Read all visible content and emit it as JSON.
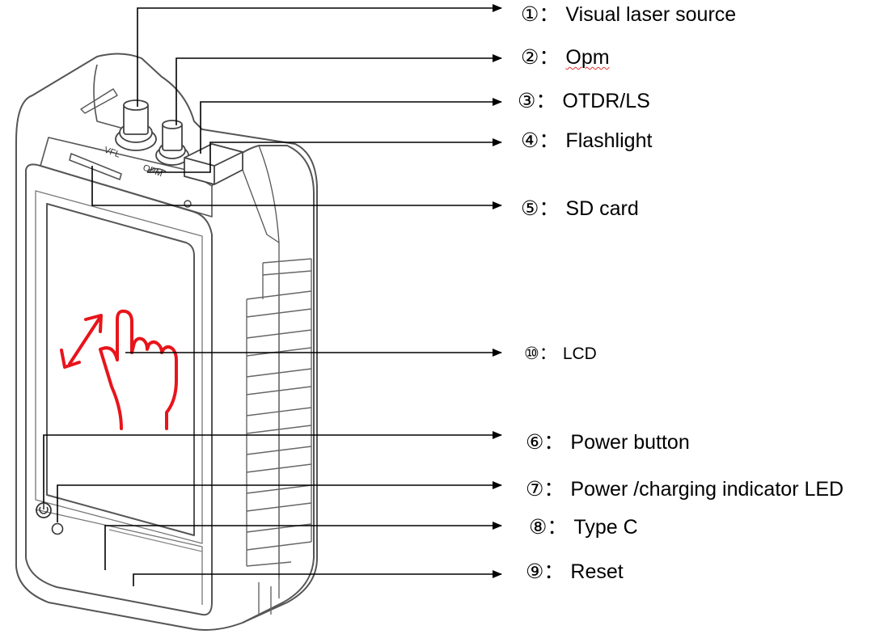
{
  "device": {
    "port_labels": {
      "vfl": "VFL",
      "opm": "OPM"
    }
  },
  "callouts": [
    {
      "id": "visual-laser-source",
      "num": "①：",
      "text": "Visual laser source"
    },
    {
      "id": "opm",
      "num": "②：",
      "text": "Opm"
    },
    {
      "id": "otdr-ls",
      "num": "③：",
      "text": "OTDR/LS"
    },
    {
      "id": "flashlight",
      "num": "④：",
      "text": "Flashlight"
    },
    {
      "id": "sd-card",
      "num": "⑤：",
      "text": "SD card"
    },
    {
      "id": "lcd",
      "num": "⑩：",
      "text": "LCD"
    },
    {
      "id": "power-button",
      "num": "⑥：",
      "text": "Power button"
    },
    {
      "id": "power-led",
      "num": "⑦：",
      "text": "Power /charging indicator LED"
    },
    {
      "id": "type-c",
      "num": "⑧：",
      "text": "Type C"
    },
    {
      "id": "reset",
      "num": "⑨：",
      "text": "Reset"
    }
  ],
  "colors": {
    "outline": "#555555",
    "leader": "#000000",
    "touch_hand": "#e8141b"
  },
  "icons": {
    "touch": "touch-gesture-hand-icon",
    "power": "power-icon"
  }
}
